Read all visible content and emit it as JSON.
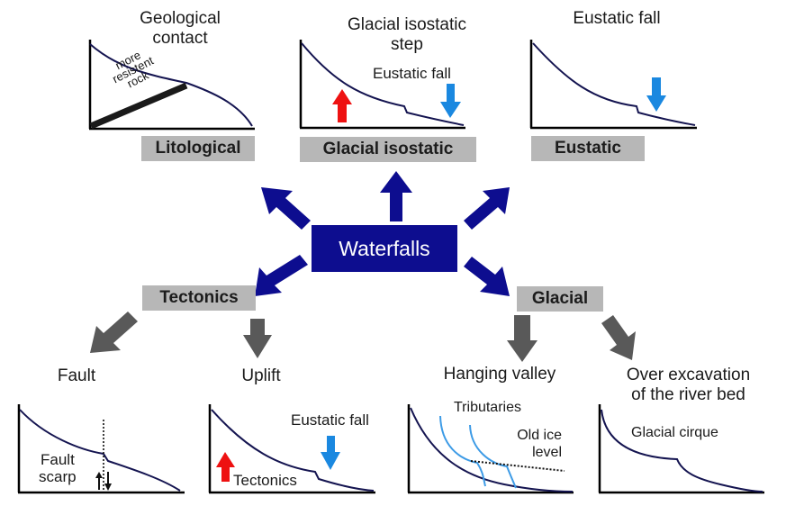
{
  "center": {
    "label": "Waterfalls"
  },
  "categories": {
    "litological": "Litological",
    "glacial_isostatic": "Glacial isostatic",
    "eustatic": "Eustatic",
    "tectonics": "Tectonics",
    "glacial": "Glacial"
  },
  "panels": {
    "geological_contact": {
      "title_line1": "Geological",
      "title_line2": "contact",
      "annotation": [
        "more",
        "resistent",
        "rock"
      ]
    },
    "glacial_isostatic_step": {
      "title_line1": "Glacial isostatic",
      "title_line2": "step",
      "annotation": "Eustatic fall"
    },
    "eustatic_fall": {
      "title": "Eustatic fall"
    },
    "fault": {
      "title": "Fault",
      "annotation_line1": "Fault",
      "annotation_line2": "scarp"
    },
    "uplift": {
      "title": "Uplift",
      "annotation_top": "Eustatic fall",
      "annotation_bottom": "Tectonics"
    },
    "hanging_valley": {
      "title": "Hanging valley",
      "annotation_top": "Tributaries",
      "annotation_line1": "Old ice",
      "annotation_line2": "level"
    },
    "over_excavation": {
      "title_line1": "Over excavation",
      "title_line2": "of the river bed",
      "annotation": "Glacial cirque"
    }
  },
  "colors": {
    "center_box": "#0d0d8f",
    "main_arrow": "#0d0d8f",
    "sub_arrow": "#595959",
    "category_box": "#b7b7b7",
    "profile_line": "#141450",
    "uplift_arrow": "#ee1111",
    "fall_arrow": "#1a88e0",
    "tributary": "#3d9be6"
  }
}
